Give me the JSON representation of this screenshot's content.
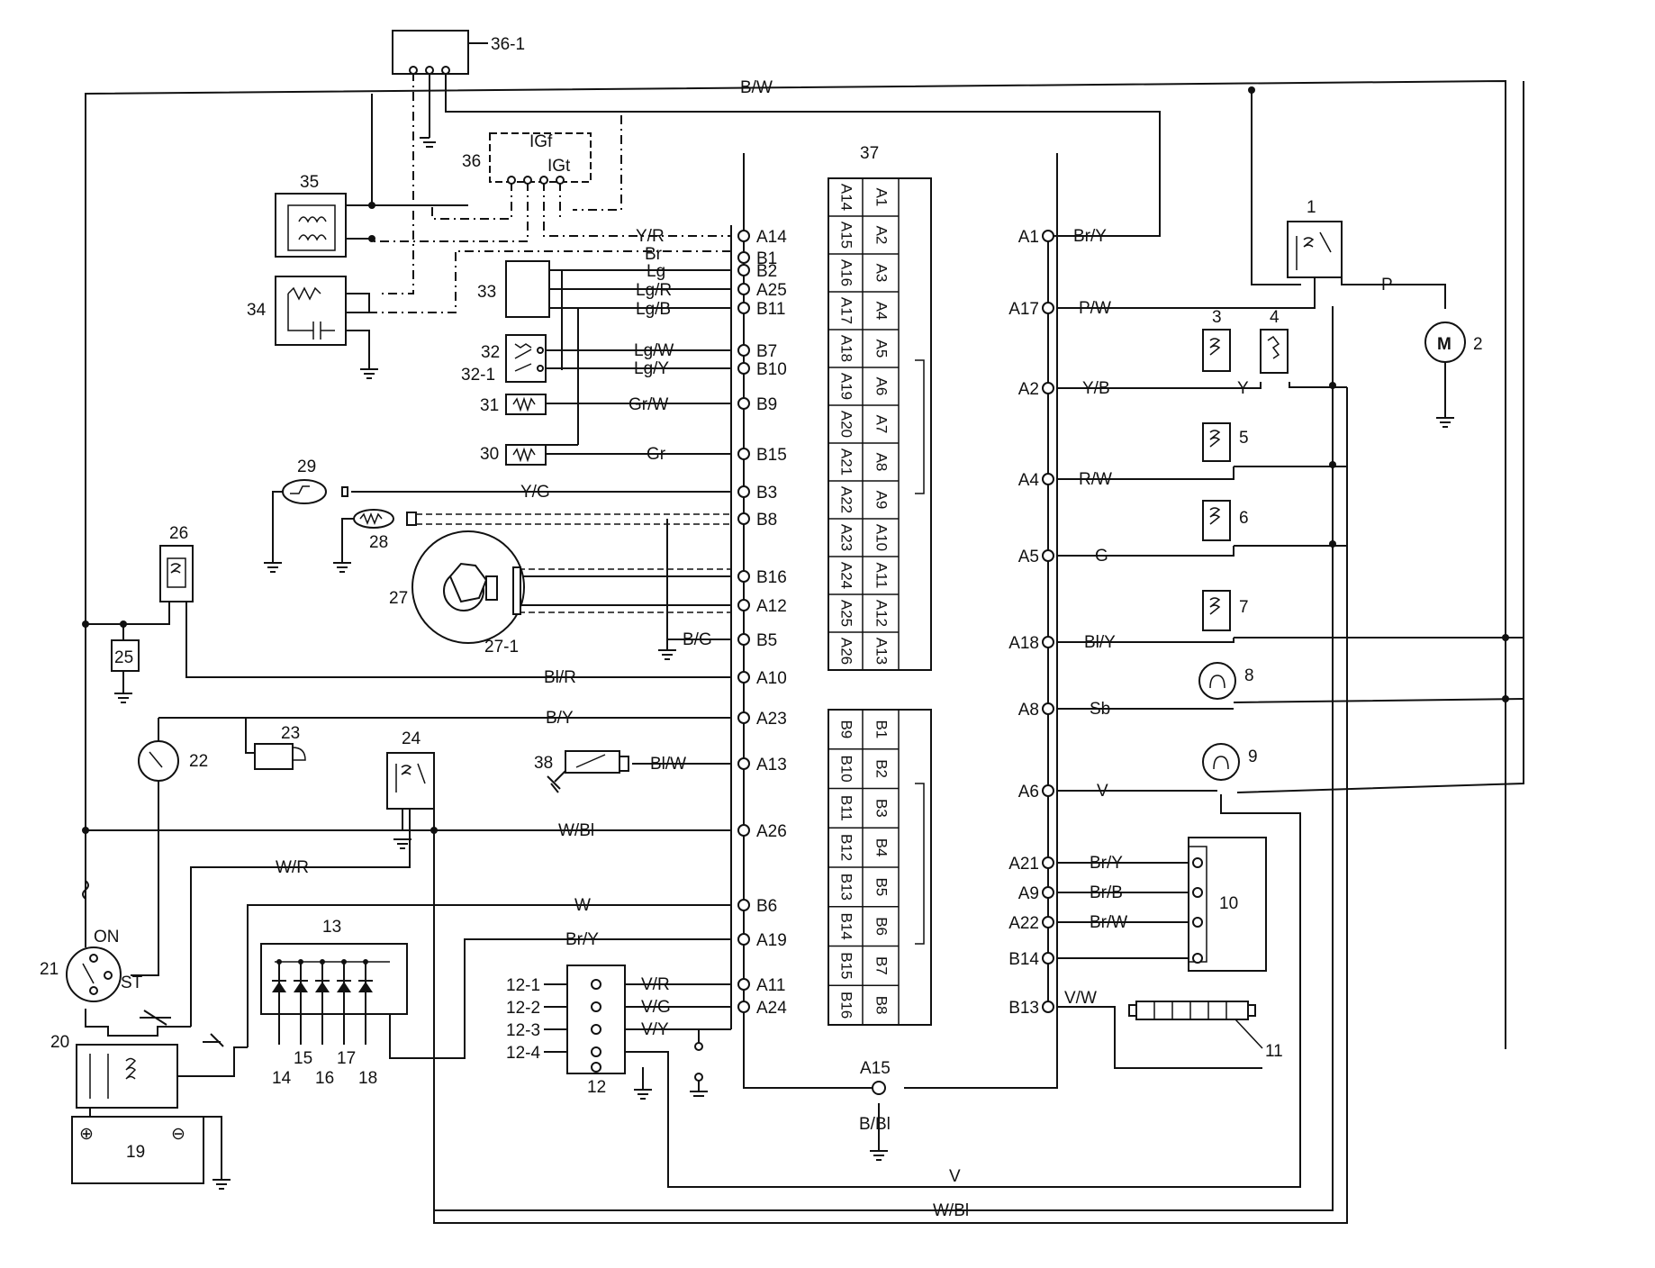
{
  "colors": {
    "ink": "#111111",
    "paper": "#ffffff"
  },
  "ecu": {
    "id": "37",
    "left_pins": [
      "A14",
      "B1",
      "B2",
      "A25",
      "B11",
      "B7",
      "B10",
      "B9",
      "B15",
      "B3",
      "B8",
      "B16",
      "A12",
      "B5",
      "A10",
      "A23",
      "A13",
      "A26",
      "B6",
      "A19",
      "A11",
      "A24"
    ],
    "right_pins": [
      "A1",
      "A17",
      "A2",
      "A4",
      "A5",
      "A18",
      "A8",
      "A6",
      "A21",
      "A9",
      "A22",
      "B14",
      "B13"
    ],
    "bottom_pin": "A15",
    "connector_a": {
      "col1": [
        "A14",
        "A15",
        "A16",
        "A17",
        "A18",
        "A19",
        "A20",
        "A21",
        "A22",
        "A23",
        "A24",
        "A25",
        "A26"
      ],
      "col2": [
        "A1",
        "A2",
        "A3",
        "A4",
        "A5",
        "A6",
        "A7",
        "A8",
        "A9",
        "A10",
        "A11",
        "A12",
        "A13"
      ]
    },
    "connector_b": {
      "col1": [
        "B9",
        "B10",
        "B11",
        "B12",
        "B13",
        "B14",
        "B15",
        "B16"
      ],
      "col2": [
        "B1",
        "B2",
        "B3",
        "B4",
        "B5",
        "B6",
        "B7",
        "B8"
      ]
    }
  },
  "wire_labels": {
    "top_bw": "B/W",
    "a14": "Y/R",
    "br": "Br",
    "b1": "Lg",
    "b2": "Lg/R",
    "a25": "Lg/B",
    "b11": "Lg/W",
    "b7": "Lg/Y",
    "b10": "Gr/W",
    "b9": "Gr",
    "b15": "Y/G",
    "a12": "B/G",
    "b5": "Bl/R",
    "a10": "B/Y",
    "a23": "Bl/W",
    "a13": "W/Bl",
    "wr": "W/R",
    "a26": "W",
    "b6": "Br/Y",
    "a19": "V/R",
    "a11": "V/G",
    "a24": "V/Y",
    "a1": "Br/Y",
    "a17": "P/W",
    "pump": "P",
    "a2": "Y/B",
    "inj_y": "Y",
    "a4": "R/W",
    "a5": "G",
    "a18": "Bl/Y",
    "a8": "Sb",
    "a6": "V",
    "a21": "Br/Y",
    "a9": "Br/B",
    "a22": "Br/W",
    "b13": "V/W",
    "a15": "B/Bl",
    "bottom_v": "V",
    "bottom_wbl": "W/Bl"
  },
  "component_labels": {
    "c1": "1",
    "c2": "2",
    "c3": "3",
    "c4": "4",
    "c5": "5",
    "c6": "6",
    "c7": "7",
    "c8": "8",
    "c9": "9",
    "c10": "10",
    "c11": "11",
    "c12": "12",
    "c12_1": "12-1",
    "c12_2": "12-2",
    "c12_3": "12-3",
    "c12_4": "12-4",
    "c13": "13",
    "c14": "14",
    "c15": "15",
    "c16": "16",
    "c17": "17",
    "c18": "18",
    "c19": "19",
    "c20": "20",
    "c21": "21",
    "c22": "22",
    "c23": "23",
    "c24": "24",
    "c25": "25",
    "c26": "26",
    "c27": "27",
    "c27_1": "27-1",
    "c28": "28",
    "c29": "29",
    "c30": "30",
    "c31": "31",
    "c32": "32",
    "c32_1": "32-1",
    "c33": "33",
    "c34": "34",
    "c35": "35",
    "c36": "36",
    "c36_1": "36-1",
    "c37": "37",
    "c38": "38",
    "igf": "IGf",
    "igt": "IGt",
    "on": "ON",
    "st": "ST",
    "motor": "M",
    "plus": "⊕",
    "minus": "⊖"
  }
}
